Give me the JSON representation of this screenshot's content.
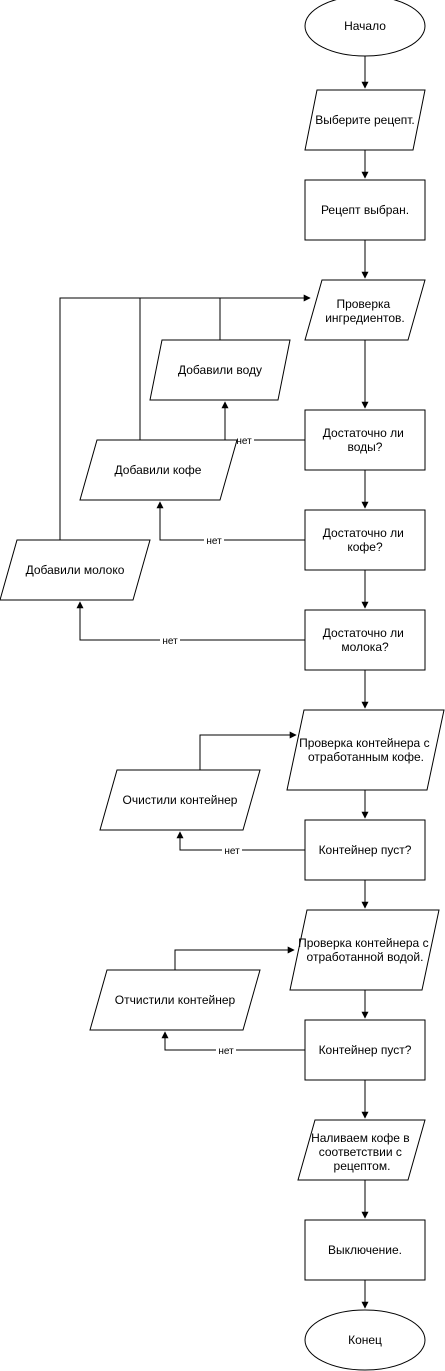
{
  "nodes": {
    "start": "Начало",
    "choose_recipe": "Выберите рецепт.",
    "recipe_chosen": "Рецепт выбран.",
    "check_ingredients": [
      "Проверка",
      "ингредиентов."
    ],
    "added_water": "Добавили воду",
    "enough_water": [
      "Достаточно ли",
      "воды?"
    ],
    "added_coffee": "Добавили кофе",
    "enough_coffee": [
      "Достаточно ли",
      "кофе?"
    ],
    "added_milk": "Добавили молоко",
    "enough_milk": [
      "Достаточно ли",
      "молока?"
    ],
    "check_coffee_container": [
      "Проверка контейнера с",
      "отработанным кофе."
    ],
    "cleaned_container": "Очистили контейнер",
    "coffee_container_empty": "Контейнер пуст?",
    "check_water_container": [
      "Проверка контейнера с",
      "отработанной водой."
    ],
    "cleaned_container_2": "Отчистили контейнер",
    "water_container_empty": "Контейнер пуст?",
    "pour_coffee": [
      "Наливаем кофе в",
      "соответствии с",
      "рецептом."
    ],
    "shutdown": "Выключение.",
    "end": "Конец"
  },
  "edge_labels": {
    "no_water": "нет",
    "no_coffee": "нет",
    "no_milk": "нет",
    "coffee_container_not_empty": "нет",
    "water_container_not_empty": "нет"
  },
  "colors": {
    "stroke": "#000000",
    "fill": "#ffffff"
  }
}
